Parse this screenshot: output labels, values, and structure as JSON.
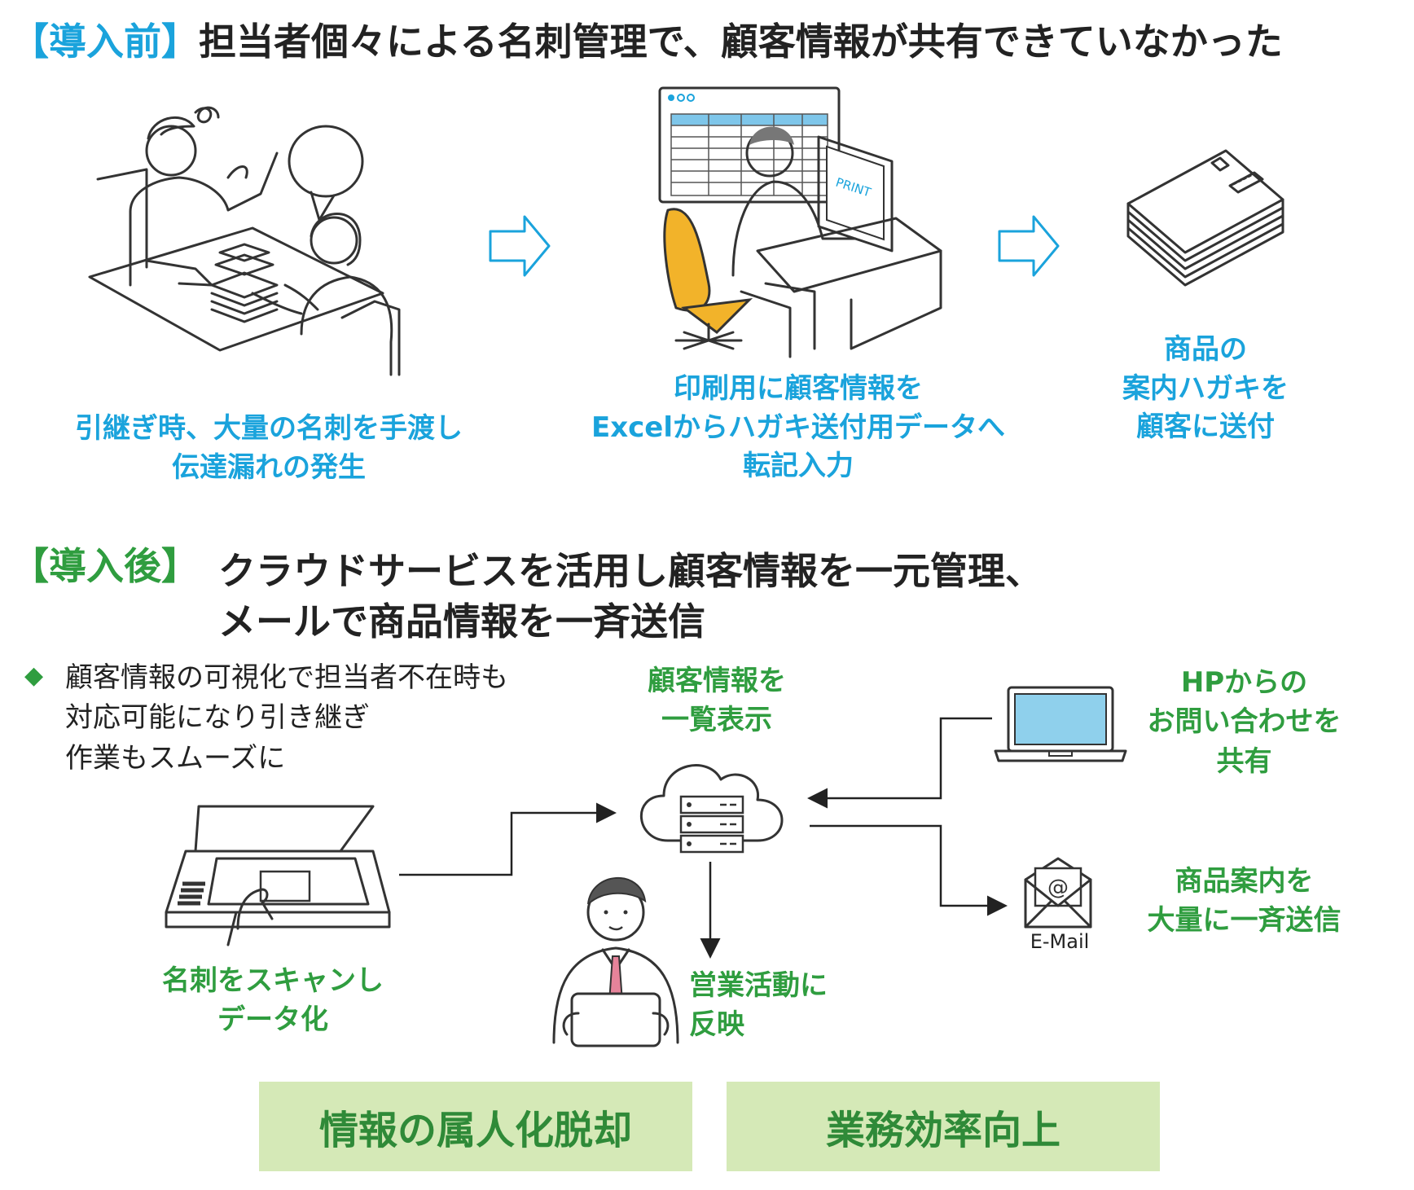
{
  "before": {
    "tag": "【導入前】",
    "title": "担当者個々による名刺管理で、顧客情報が共有できていなかった",
    "steps": [
      {
        "lines": [
          "引継ぎ時、大量の名刺を手渡し",
          "伝達漏れの発生"
        ]
      },
      {
        "lines": [
          "印刷用に顧客情報を",
          "Excelからハガキ送付用データへ",
          "転記入力"
        ]
      },
      {
        "lines": [
          "商品の",
          "案内ハガキを",
          "顧客に送付"
        ]
      }
    ],
    "monitor_text": "PRINT"
  },
  "after": {
    "tag": "【導入後】",
    "title_lines": [
      "クラウドサービスを活用し顧客情報を一元管理、",
      "メールで商品情報を一斉送信"
    ],
    "bullet_symbol": "◆",
    "bullet_lines": [
      "顧客情報の可視化で担当者不在時も",
      "対応可能になり引き継ぎ",
      "作業もスムーズに"
    ],
    "cloud_caption": [
      "顧客情報を",
      "一覧表示"
    ],
    "scan_caption": [
      "名刺をスキャンし",
      "データ化"
    ],
    "sales_caption": [
      "営業活動に",
      "反映"
    ],
    "hp_caption": [
      "HPからの",
      "お問い合わせを",
      "共有"
    ],
    "mail_caption": [
      "商品案内を",
      "大量に一斉送信"
    ],
    "mail_label": "E-Mail",
    "mail_at": "@"
  },
  "results": [
    "情報の属人化脱却",
    "業務効率向上"
  ],
  "colors": {
    "blue": "#1aa3dc",
    "green": "#2f9d3f",
    "result_bg": "#d5e9b7",
    "chair": "#f2b32a",
    "screen": "#8fd0ec"
  }
}
